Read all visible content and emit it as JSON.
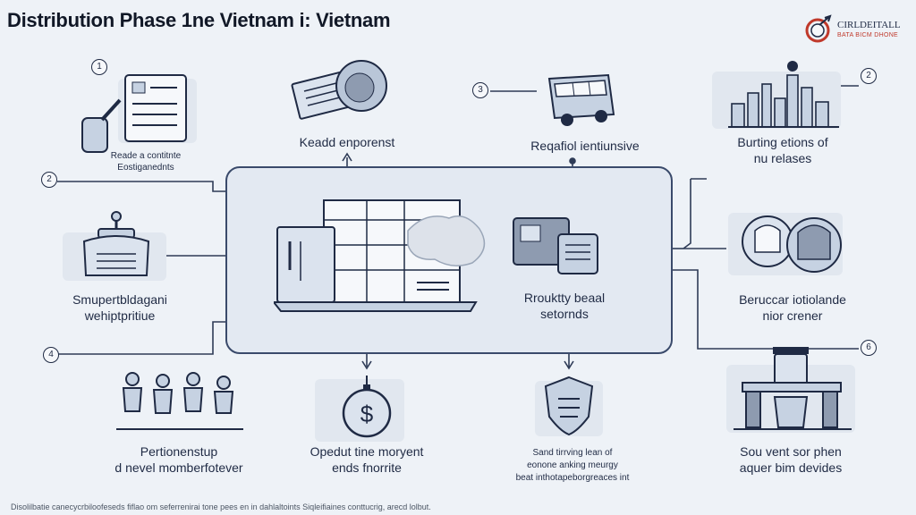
{
  "title": "Distribution Phase 1ne Vietnam i: Vietnam",
  "logo": {
    "name": "CIRLDEITALL",
    "tagline": "BATA BICM DHONE"
  },
  "nodes": {
    "top_left": {
      "number": "1",
      "line1": "Reade a contitnte",
      "line2": "Eostiganednts"
    },
    "top_center_left": {
      "line1": "Keadd enporenst"
    },
    "top_center_right": {
      "number": "3",
      "line1": "Reqafiol ientiunsive"
    },
    "top_right": {
      "number": "2",
      "line1": "Burting etions of",
      "line2": "nu relases"
    },
    "mid_left": {
      "number": "2",
      "line1": "Smupertbldagani",
      "line2": "wehiptpritiue"
    },
    "center_right": {
      "line1": "Rrouktty beaal",
      "line2": "setornds"
    },
    "mid_right": {
      "line1": "Beruccar iotiolande",
      "line2": "nior crener"
    },
    "bottom_left": {
      "number": "4",
      "line1": "Pertionenstup",
      "line2": "d nevel momberfotever"
    },
    "bottom_center_left": {
      "line1": "Opedut tine moryent",
      "line2": "ends fnorrite"
    },
    "bottom_center_right": {
      "line1": "Sand tirrving lean of",
      "line2": "eonone anking meurgy",
      "line3": "beat inthotapeborgreaces int"
    },
    "bottom_right": {
      "number": "6",
      "line1": "Sou vent sor phen",
      "line2": "aquer bim devides"
    }
  },
  "footer": "Disolilbatie canecycrbiloofeseds fiflao om seferrenirai tone pees en in dahlaltoints Siqleifiaines conttucrig, arecd lolbut.",
  "colors": {
    "ink": "#1f2a44",
    "background": "#eef2f7",
    "accent": "#c0392b"
  }
}
